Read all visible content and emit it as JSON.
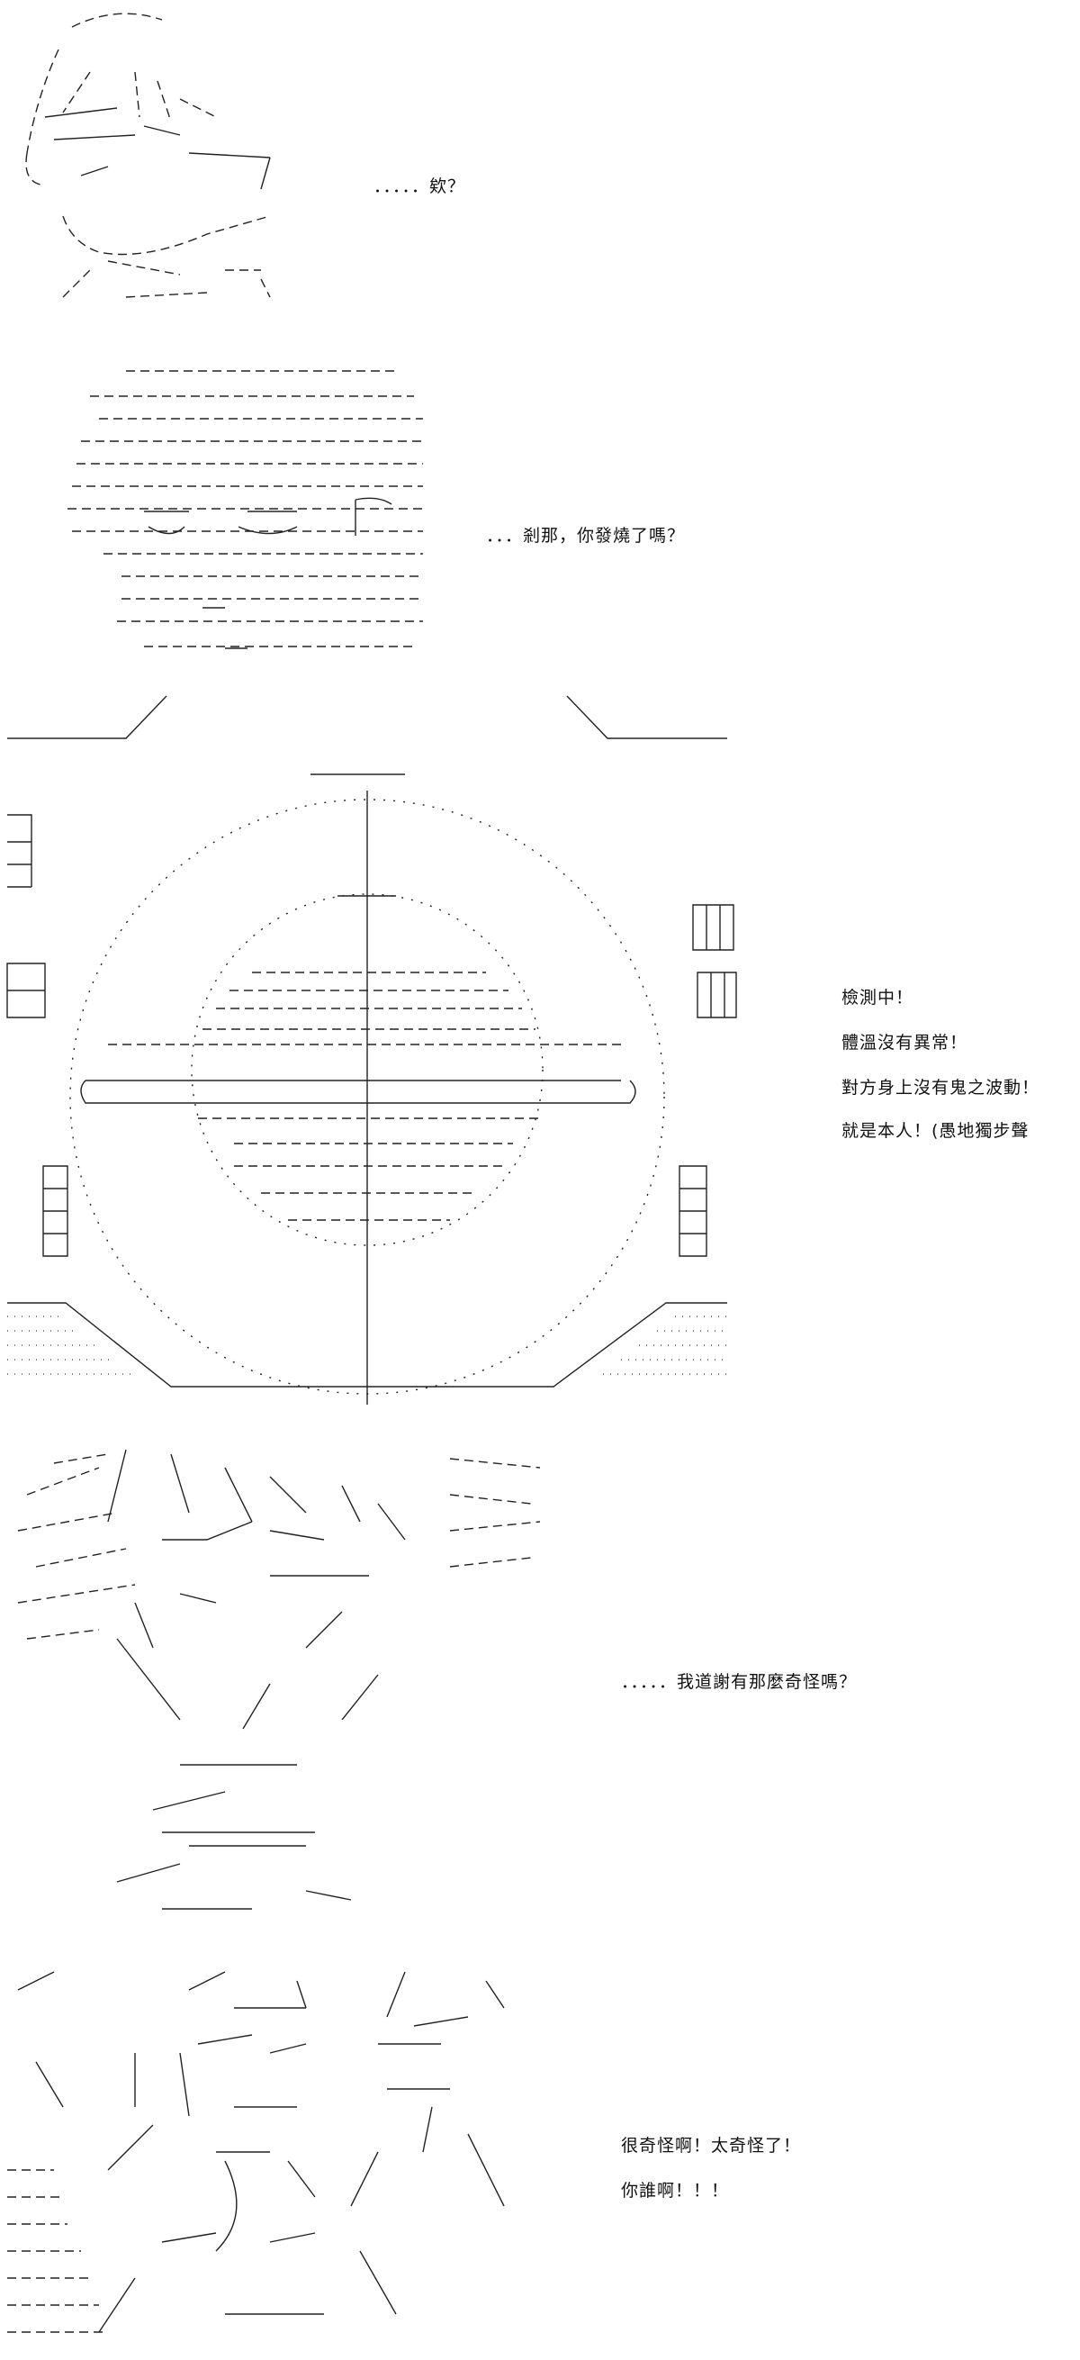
{
  "panels": [
    {
      "dialogue": [
        "．．．．．欸？"
      ]
    },
    {
      "dialogue": [
        "．．．剎那，你發燒了嗎？"
      ]
    },
    {
      "dialogue": [
        "檢測中！",
        "體溫沒有異常！",
        "對方身上沒有鬼之波動！",
        "就是本人！(愚地獨步聲"
      ]
    },
    {
      "dialogue": [
        "．．．．．我道謝有那麼奇怪嗎？"
      ]
    },
    {
      "dialogue": [
        "很奇怪啊！太奇怪了！",
        "你誰啊！！！"
      ]
    }
  ]
}
